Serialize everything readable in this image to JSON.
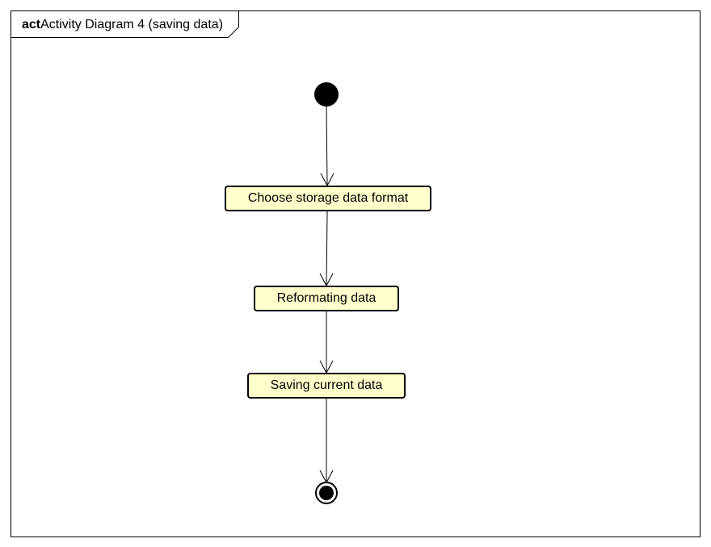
{
  "frame": {
    "keyword": "act",
    "title": "Activity Diagram 4 (saving data)"
  },
  "actions": [
    {
      "id": "choose-storage-format",
      "label": "Choose storage data format"
    },
    {
      "id": "reformating-data",
      "label": "Reformating data"
    },
    {
      "id": "saving-current-data",
      "label": "Saving current data"
    }
  ],
  "colors": {
    "action_fill": "#ffffcc",
    "stroke": "#000000",
    "background": "#ffffff"
  }
}
